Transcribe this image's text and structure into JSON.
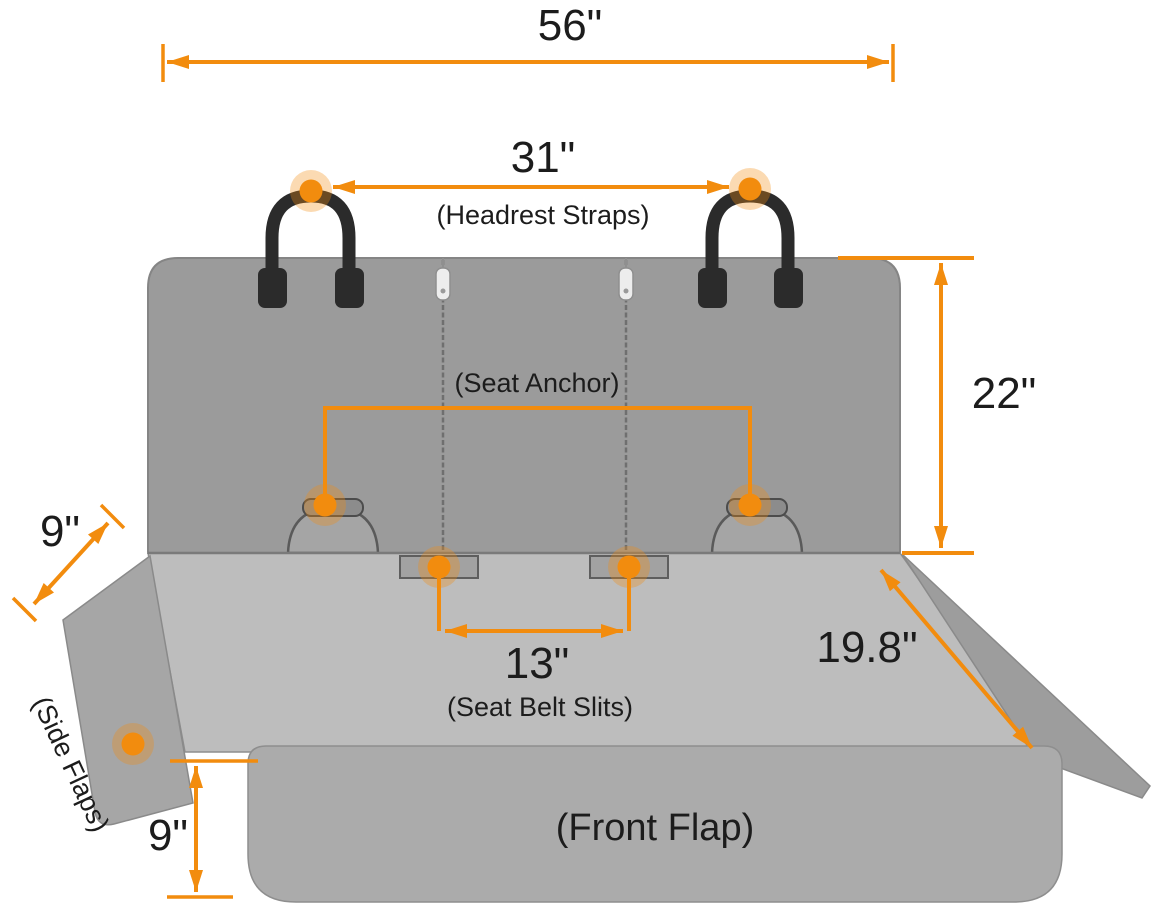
{
  "diagram": {
    "dimensions": {
      "total_width": "56\"",
      "headrest_strap_span": "31\"",
      "seat_back_height": "22\"",
      "side_flap_width": "9\"",
      "seat_belt_slit_span": "13\"",
      "seat_depth": "19.8\"",
      "front_flap_drop": "9\""
    },
    "labels": {
      "headrest_straps": "(Headrest Straps)",
      "seat_anchor": "(Seat Anchor)",
      "side_flaps": "(Side Flaps)",
      "seat_belt_slits": "(Seat Belt Slits)",
      "front_flap": "(Front Flap)"
    },
    "colors": {
      "accent_orange": "#F28C0E",
      "seat_back_gray": "#9B9B9B",
      "seat_base_gray": "#BDBDBD",
      "front_flap_gray": "#ABABAB",
      "side_flap_gray": "#A6A6A6",
      "right_flap_gray": "#9D9D9D",
      "strap_black": "#2B2B2B",
      "text_black": "#1C1C1C"
    }
  }
}
